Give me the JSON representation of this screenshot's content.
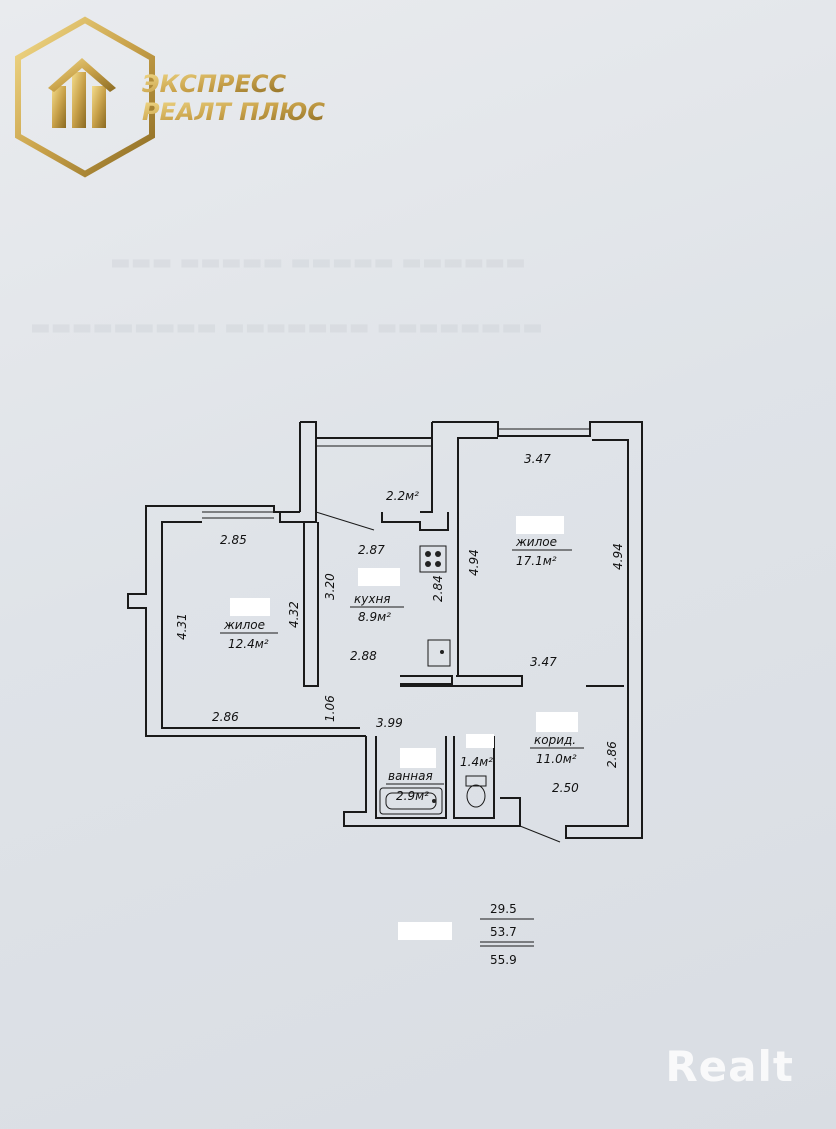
{
  "brand": {
    "logo_line1": "ЭКСПРЕСС",
    "logo_line2": "РЕАЛТ ПЛЮС",
    "logo_color": "#c9a24a",
    "watermark": "Realt"
  },
  "rooms": [
    {
      "id": "living-large",
      "name": "жилое",
      "area": "17.1м²"
    },
    {
      "id": "living-small",
      "name": "жилое",
      "area": "12.4м²"
    },
    {
      "id": "kitchen",
      "name": "кухня",
      "area": "8.9м²"
    },
    {
      "id": "balcony",
      "name": "",
      "area": "2.2м²"
    },
    {
      "id": "corridor",
      "name": "корид.",
      "area": "11.0м²"
    },
    {
      "id": "bathroom",
      "name": "ванная",
      "area": "2.9м²"
    },
    {
      "id": "toilet",
      "name": "",
      "area": "1.4м²"
    }
  ],
  "dimensions": {
    "large_top": "3.47",
    "large_left": "4.94",
    "large_right": "4.94",
    "large_bottom": "3.47",
    "small_top": "2.85",
    "small_left": "4.31",
    "small_right": "4.32",
    "small_bottom": "2.86",
    "kitchen_top": "2.87",
    "kitchen_left": "3.20",
    "kitchen_right": "2.84",
    "kitchen_bottom": "2.88",
    "hall_gap": "1.06",
    "hall_long": "3.99",
    "corridor_right": "2.86",
    "corridor_bottom": "2.50"
  },
  "totals": {
    "living": "29.5",
    "total": "53.7",
    "total_with_balcony": "55.9"
  }
}
